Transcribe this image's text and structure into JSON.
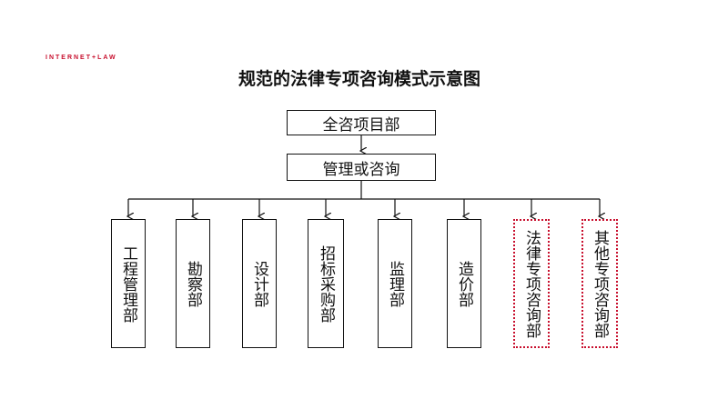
{
  "brand": "INTERNET+LAW",
  "title": "规范的法律专项咨询模式示意图",
  "top_box": "全咨项目部",
  "middle_box": "管理或咨询",
  "departments": [
    {
      "label": "工程管理部",
      "style": "solid"
    },
    {
      "label": "勘察部",
      "style": "solid"
    },
    {
      "label": "设计部",
      "style": "solid"
    },
    {
      "label": "招标采购部",
      "style": "solid"
    },
    {
      "label": "监理部",
      "style": "solid"
    },
    {
      "label": "造价部",
      "style": "solid"
    },
    {
      "label": "法律专项咨询部",
      "style": "dotted"
    },
    {
      "label": "其他专项咨询部",
      "style": "dotted"
    }
  ],
  "colors": {
    "accent": "#c8102e",
    "line": "#111111"
  }
}
